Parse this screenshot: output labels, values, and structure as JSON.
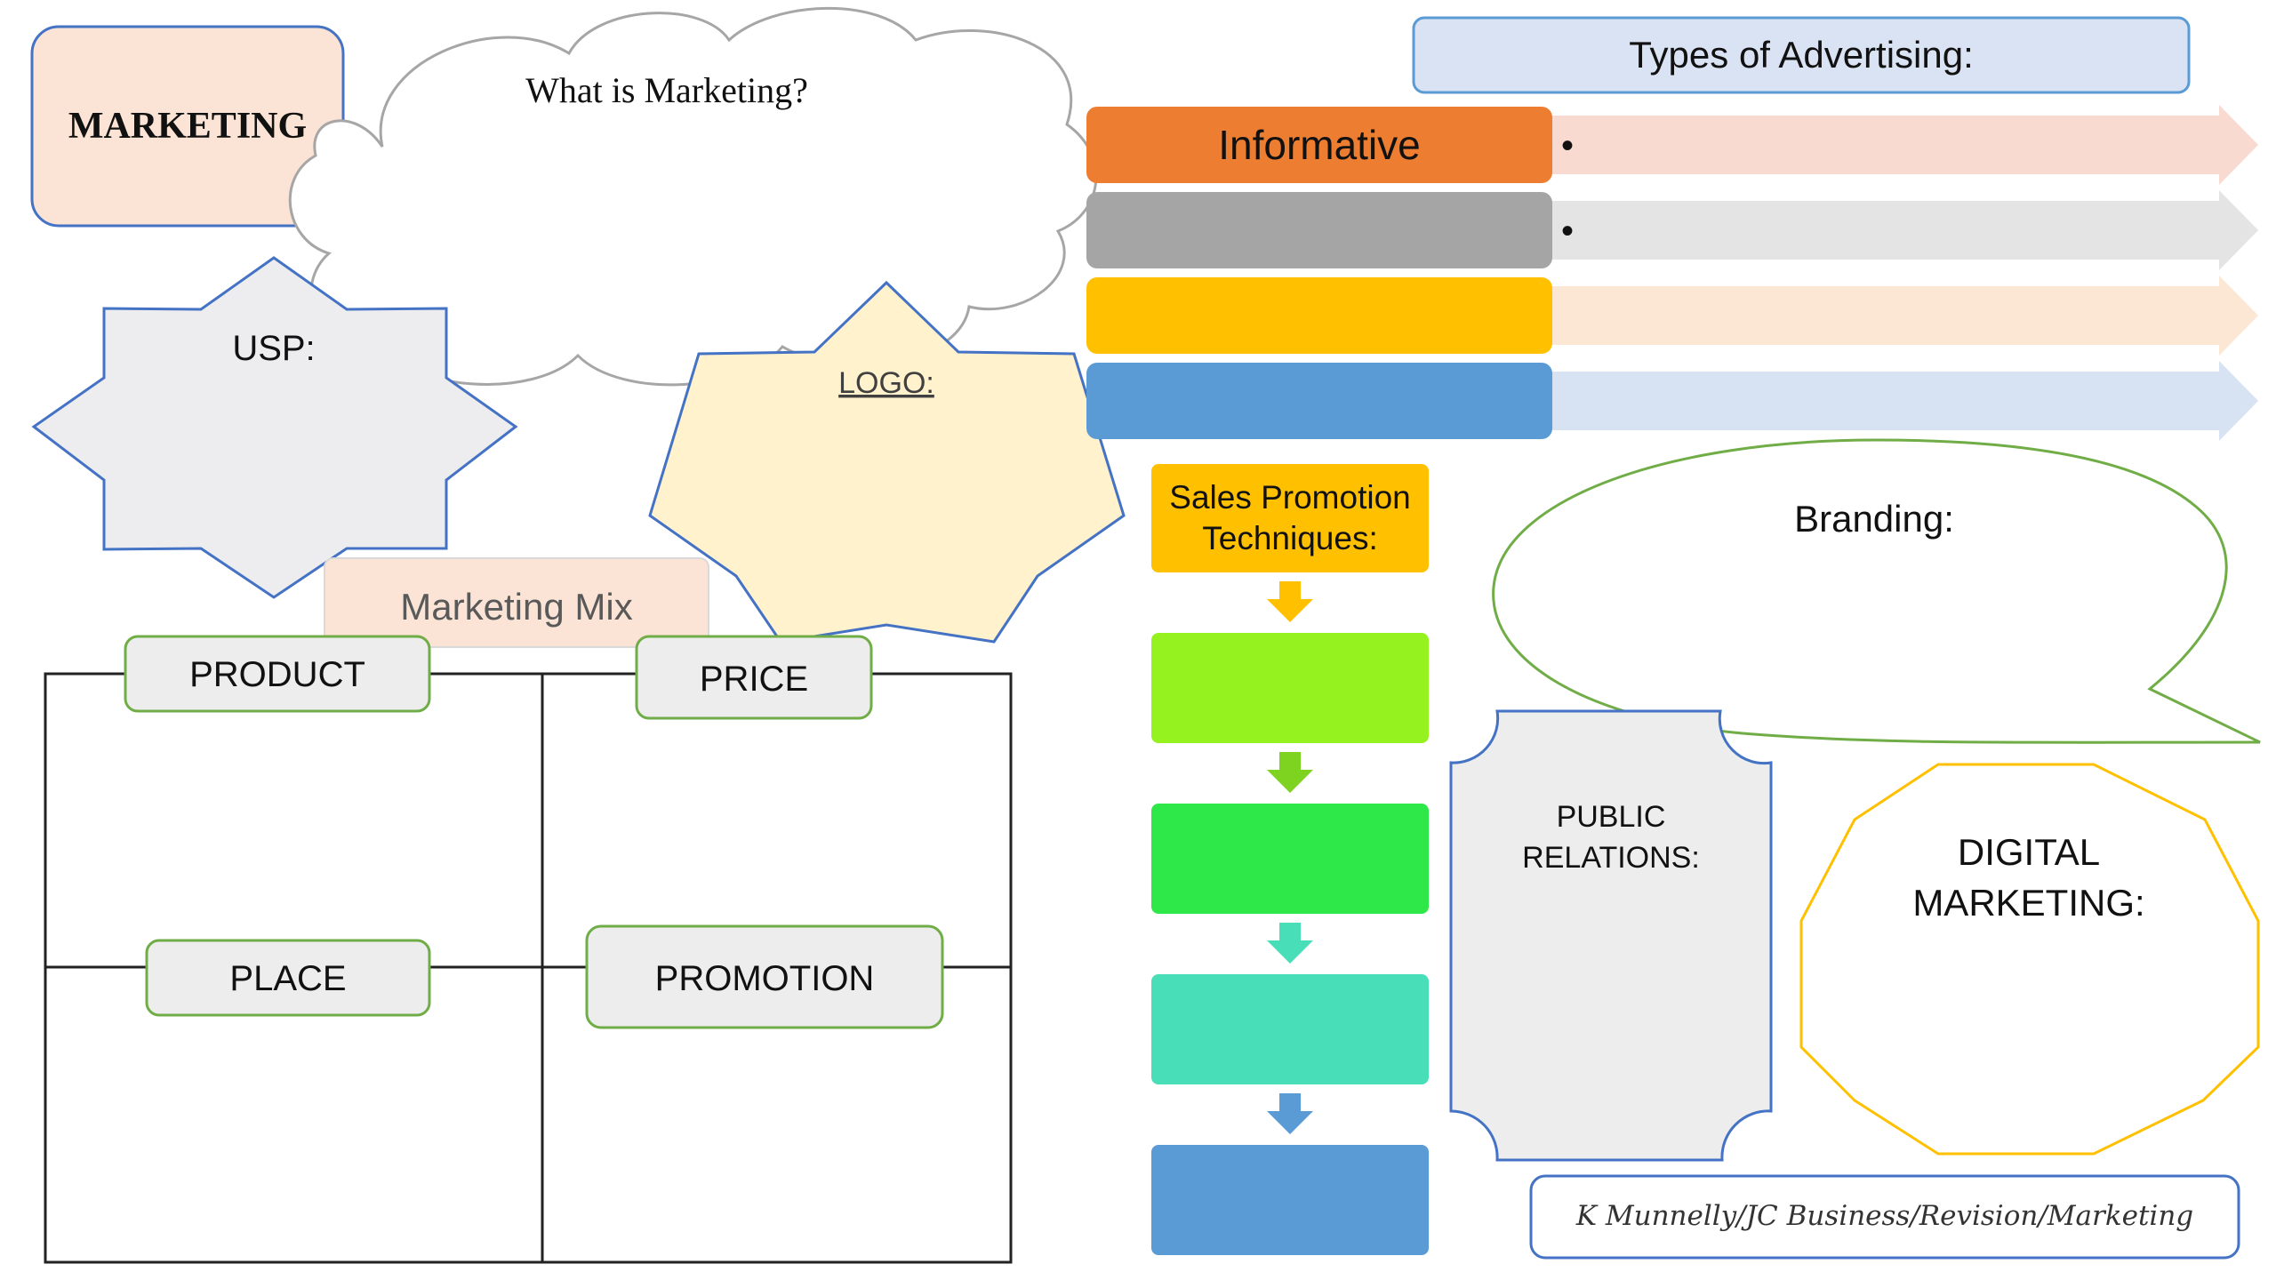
{
  "title_box": {
    "label": "MARKETING"
  },
  "what_is_marketing": {
    "label": "What is Marketing?"
  },
  "usp": {
    "label": "USP:"
  },
  "logo": {
    "label": "LOGO:"
  },
  "marketing_mix": {
    "title": "Marketing Mix",
    "product": "PRODUCT",
    "price": "PRICE",
    "place": "PLACE",
    "promotion": "PROMOTION"
  },
  "advertising": {
    "title": "Types of Advertising:",
    "rows": [
      {
        "label": "Informative",
        "bullet": "•",
        "color": "#ED7D31",
        "arrow_color": "#F8DAD0"
      },
      {
        "label": "",
        "bullet": "•",
        "color": "#A5A5A5",
        "arrow_color": "#E4E4E4"
      },
      {
        "label": "",
        "bullet": "",
        "color": "#FFC000",
        "arrow_color": "#FCE7D4"
      },
      {
        "label": "",
        "bullet": "",
        "color": "#5B9BD5",
        "arrow_color": "#D7E3F2"
      }
    ]
  },
  "sales_promotion": {
    "title_line1": "Sales Promotion",
    "title_line2": "Techniques:",
    "step_colors": [
      "#95F21E",
      "#2EE849",
      "#47DEB8",
      "#5B9BD5"
    ],
    "arrow_colors": [
      "#FFC000",
      "#7ED321",
      "#47DEB8",
      "#5B9BD5"
    ]
  },
  "branding": {
    "label": "Branding:"
  },
  "public_relations": {
    "line1": "PUBLIC",
    "line2": "RELATIONS:"
  },
  "digital_marketing": {
    "line1": "DIGITAL",
    "line2": "MARKETING:"
  },
  "credit": {
    "text": "K Munnelly/JC Business/Revision/Marketing"
  }
}
